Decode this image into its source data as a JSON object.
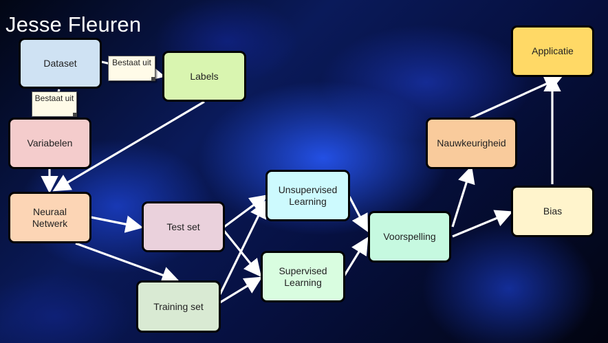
{
  "title": "Jesse Fleuren",
  "nodes": {
    "dataset": {
      "label": "Dataset",
      "color": "#cfe2f3"
    },
    "labels": {
      "label": "Labels",
      "color": "#d9f5b0"
    },
    "variabelen": {
      "label": "Variabelen",
      "color": "#f4cccc"
    },
    "neuraal": {
      "label": "Neuraal Netwerk",
      "color": "#fcd5b5"
    },
    "testset": {
      "label": "Test set",
      "color": "#ead1dc"
    },
    "trainingset": {
      "label": "Training set",
      "color": "#d9ead3"
    },
    "unsupervised": {
      "label": "Unsupervised Learning",
      "color": "#cdfafe"
    },
    "supervised": {
      "label": "Supervised Learning",
      "color": "#d9fde0"
    },
    "voorspelling": {
      "label": "Voorspelling",
      "color": "#c6f9e0"
    },
    "nauwkeurigheid": {
      "label": "Nauwkeurigheid",
      "color": "#f9cb9c"
    },
    "bias": {
      "label": "Bias",
      "color": "#fff4cc"
    },
    "applicatie": {
      "label": "Applicatie",
      "color": "#ffd966"
    }
  },
  "notes": {
    "bestaat_uit_1": "Bestaat uit",
    "bestaat_uit_2": "Bestaat uit"
  }
}
